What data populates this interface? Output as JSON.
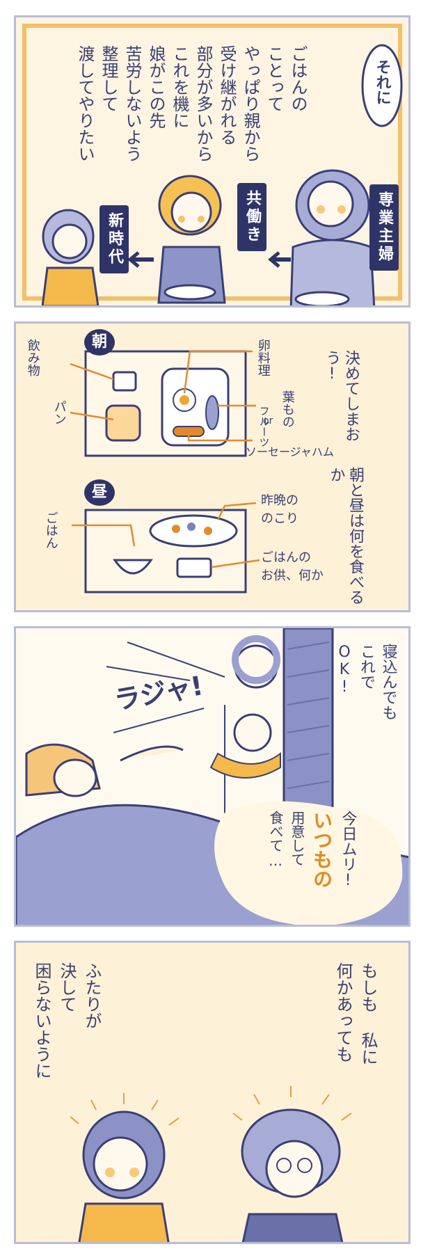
{
  "panel1": {
    "speech_bubble": "それに",
    "narration": [
      "ごはんの",
      "ことって",
      "やっぱり親から",
      "受け継がれる",
      "部分が多いから",
      "これを機に",
      "娘がこの先",
      "苦労しないよう",
      "整理して",
      "渡してやりたい"
    ],
    "badges": {
      "housewife": "専業主婦",
      "dual_income": "共働き",
      "new_era": "新時代"
    }
  },
  "panel2": {
    "narration": [
      "朝と昼は何を食べるか",
      "決めてしまおう!"
    ],
    "breakfast_heading": "朝",
    "lunch_heading": "昼",
    "breakfast_labels": {
      "drink": "飲み物",
      "bread": "パン",
      "egg": "卵料理",
      "veg": "葉もの",
      "or": "or",
      "fruit": "フルーツ",
      "sausage": "ソーセージャハム"
    },
    "lunch_labels": {
      "rice": "ごはん",
      "leftover": [
        "昨晩の",
        "のこり"
      ],
      "side": [
        "ごはんの",
        "お供、何か"
      ]
    }
  },
  "panel3": {
    "narration": [
      "寝込んでも",
      "これで",
      "OK!"
    ],
    "shout": "ラジャ!",
    "sick_speech": [
      "今日ムリ!",
      "いつもの",
      "用意して",
      "食べて…"
    ]
  },
  "panel4": {
    "narration_right": [
      "もしも 私に",
      "何かあっても"
    ],
    "narration_left": [
      "ふたりが",
      "決して",
      "困らないように"
    ]
  },
  "colors": {
    "ink": "#3a3f73",
    "navy": "#2f3468",
    "accent": "#e08a1e",
    "panel_bg": "#fdf1d8",
    "frame": "#b9bdd6"
  }
}
